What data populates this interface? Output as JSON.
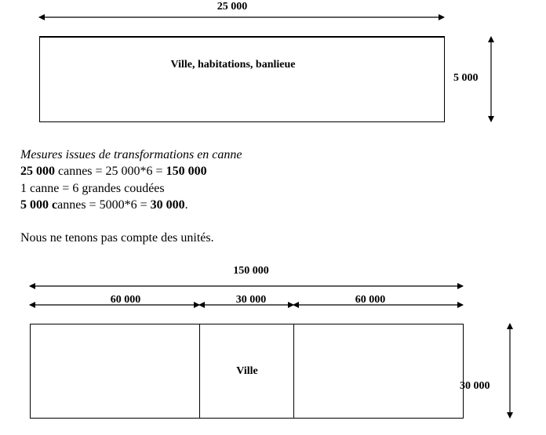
{
  "top_diagram": {
    "width_label": "25 000",
    "height_label": "5 000",
    "box_label": "Ville, habitations, banlieue"
  },
  "explanation": {
    "heading": "Mesures issues de transformations en canne",
    "line1_bold_a": "25 000",
    "line1_text": " cannes = 25 000*6 = ",
    "line1_bold_b": "150 000",
    "line2": "1 canne = 6 grandes coudées",
    "line3_bold_a": "5 000 c",
    "line3_text": "annes = 5000*6 = ",
    "line3_bold_b": "30 000",
    "line3_end": ".",
    "note": "Nous ne tenons pas compte des unités."
  },
  "bottom_diagram": {
    "total_label": "150 000",
    "left_label": "60 000",
    "middle_label": "30 000",
    "right_label": "60 000",
    "height_label": "30 000",
    "center_box_label": "Ville"
  }
}
